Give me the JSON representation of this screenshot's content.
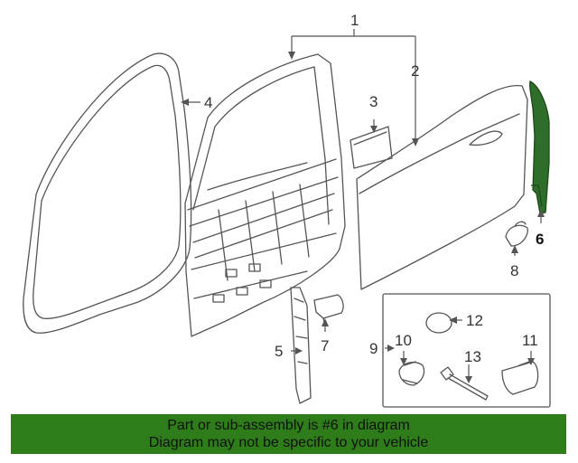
{
  "callouts": {
    "c1": "1",
    "c2": "2",
    "c3": "3",
    "c4": "4",
    "c5": "5",
    "c6": "6",
    "c7": "7",
    "c8": "8",
    "c9": "9",
    "c10": "10",
    "c11": "11",
    "c12": "12",
    "c13": "13"
  },
  "highlighted_part": "6",
  "footer": {
    "line1": "Part or sub-assembly is #6 in diagram",
    "line2": "Diagram may not be specific to your vehicle"
  },
  "colors": {
    "banner_background": "#2e7d1a",
    "highlight_part": "#2f6e2a",
    "line_art": "#555555"
  }
}
